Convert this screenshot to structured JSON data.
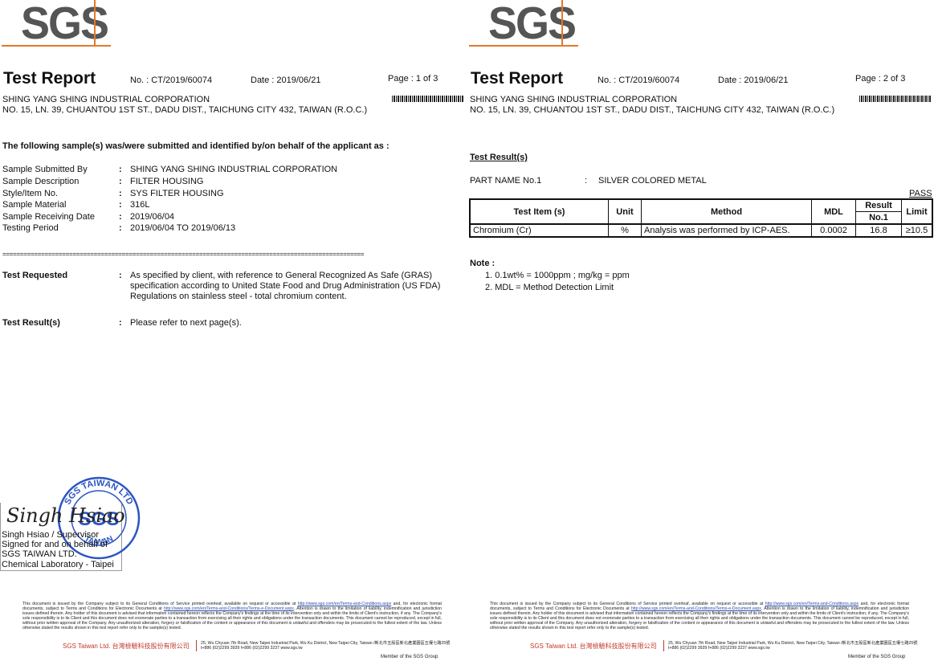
{
  "logo": "SGS",
  "header": {
    "title": "Test Report",
    "report_no": "No. : CT/2019/60074",
    "date": "Date : 2019/06/21"
  },
  "company": {
    "name": "SHING YANG SHING INDUSTRIAL CORPORATION",
    "address": "NO. 15, LN. 39, CHUANTOU 1ST ST., DADU DIST., TAICHUNG CITY 432, TAIWAN (R.O.C.)"
  },
  "page1": {
    "page_label": "Page : 1 of 3",
    "intro": "The following sample(s) was/were submitted and identified by/on behalf of the applicant as :",
    "fields": [
      {
        "label": "Sample Submitted By",
        "value": "SHING YANG SHING INDUSTRIAL CORPORATION"
      },
      {
        "label": "Sample Description",
        "value": "FILTER HOUSING"
      },
      {
        "label": "Style/Item No.",
        "value": "SYS FILTER HOUSING"
      },
      {
        "label": "Sample Material",
        "value": "316L"
      },
      {
        "label": "Sample Receiving Date",
        "value": "2019/06/04"
      },
      {
        "label": "Testing Period",
        "value": "2019/06/04 TO 2019/06/13"
      }
    ],
    "separator": "=======================================================================================================",
    "test_requested_label": "Test Requested",
    "test_requested_lines": [
      "As specified by client, with reference to General Recognized As Safe (GRAS)",
      "specification according to United State Food and Drug Administration (US FDA)",
      "Regulations on stainless steel - total chromium content."
    ],
    "test_result_label": "Test Result(s)",
    "test_result_value": "Please refer to next page(s).",
    "colon": ":",
    "signature": {
      "script": "Singh Hsiao",
      "lines": [
        "Singh Hsiao / Supervisor",
        "Signed for and on behalf of",
        "SGS TAIWAN LTD.",
        "Chemical Laboratory - Taipei"
      ]
    },
    "stamp": {
      "top_text": "SGS TAIWAN LTD",
      "center": "SGS",
      "bottom_text": "TAIWAN"
    }
  },
  "page2": {
    "page_label": "Page : 2 of 3",
    "section_title": "Test Result(s)",
    "part_label": "PART NAME No.1",
    "part_colon": ":",
    "part_value": "SILVER COLORED METAL",
    "verdict": "PASS",
    "table": {
      "headers": {
        "test_item": "Test Item (s)",
        "unit": "Unit",
        "method": "Method",
        "mdl": "MDL",
        "result": "Result",
        "result_sub": "No.1",
        "limit": "Limit"
      },
      "rows": [
        {
          "item": "Chromium (Cr)",
          "unit": "%",
          "method": "Analysis was performed by ICP-AES.",
          "mdl": "0.0002",
          "result": "16.8",
          "limit": "≥10.5"
        }
      ]
    },
    "note_title": "Note :",
    "notes": [
      "1. 0.1wt% = 1000ppm ; mg/kg = ppm",
      "2. MDL = Method Detection Limit"
    ]
  },
  "footer": {
    "text_a": "This document is issued by the Company subject to its General Conditions of Service printed overleaf, available on request or accessible at ",
    "link_a": "http://www.sgs.com/en/Terms-and-Conditions.aspx",
    "text_b": " and, for electronic format documents, subject to Terms and Conditions for Electronic Documents at ",
    "link_b": "http://www.sgs.com/en/Terms-and-Conditions/Terms-e-Document.aspx",
    "text_c": ". Attention is drawn to the limitation of liability, indemnification and jurisdiction issues defined therein. Any holder of this document is advised that information contained hereon reflects the Company's findings at the time of its intervention only and within the limits of Client's instruction, if any. The Company's sole responsibility is to its Client and this document does not exonerate parties to a transaction from exercising all their rights and obligations under the transaction documents. This document cannot be reproduced, except in full, without prior written approval of the Company. Any unauthorized alteration, forgery or falsification of the content or appearance of this document is unlawful and offenders may be prosecuted to the fullest extent of the law. Unless otherwise stated the results shown in this test report refer only to the sample(s) tested.",
    "company": "SGS Taiwan Ltd. 台灣檢驗科技股份有限公司",
    "address_line1": "25, Wu Chyuan 7th Road, New Taipei Industrial Park, Wu Ku District, New Taipei City, Taiwan /新北市五股區新北產業園區五權七路25號",
    "address_line2": "t+886 (02)2299 3939   f+886 (02)2299 3237     www.sgs.tw",
    "member": "Member of the SGS Group"
  }
}
